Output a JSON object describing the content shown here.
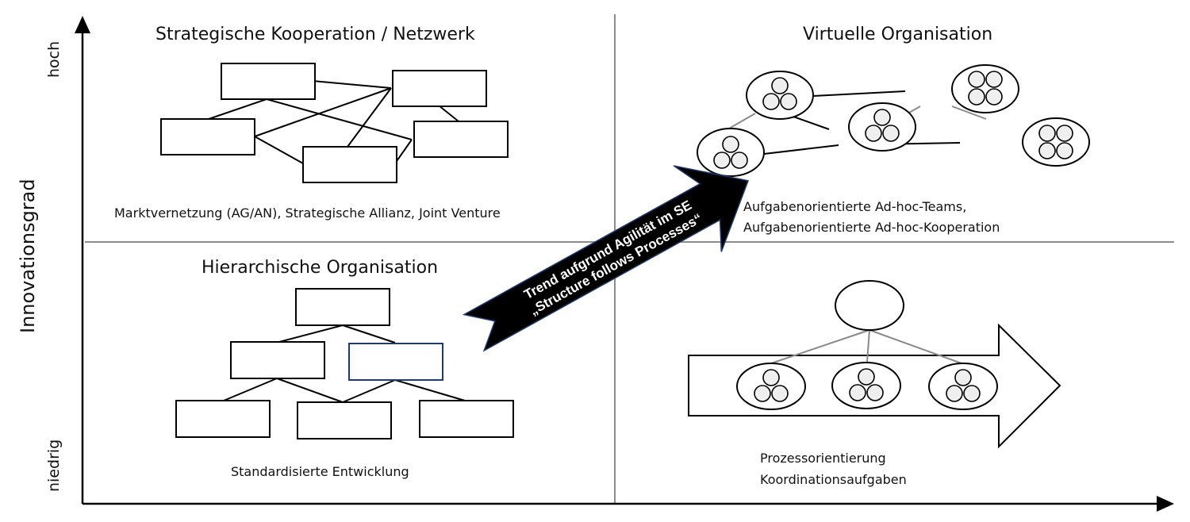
{
  "axes": {
    "y_title": "Innovationsgrad",
    "y_high": "hoch",
    "y_low": "niedrig"
  },
  "quadrants": {
    "top_left": {
      "title": "Strategische Kooperation / Netzwerk",
      "caption": "Marktvernetzung (AG/AN), Strategische Allianz, Joint Venture"
    },
    "top_right": {
      "title": "Virtuelle Organisation",
      "caption_lines": [
        "Aufgabenorientierte Ad-hoc-Teams,",
        "Aufgabenorientierte Ad-hoc-Kooperation"
      ]
    },
    "bottom_left": {
      "title": "Hierarchische Organisation",
      "caption": "Standardisierte Entwicklung"
    },
    "bottom_right": {
      "caption_lines": [
        "Prozessorientierung",
        "Koordinationsaufgaben"
      ]
    }
  },
  "trend_arrow": {
    "line1": "Trend aufgrund Agilität im SE",
    "line2": "„Structure follows Processes“",
    "fill_color": "#000000",
    "outline_color": "#1f3a6e"
  },
  "colors": {
    "highlight_box_stroke": "#1f3a6e",
    "member_fill": "#efefef",
    "grid_line": "#8c8c8c"
  }
}
